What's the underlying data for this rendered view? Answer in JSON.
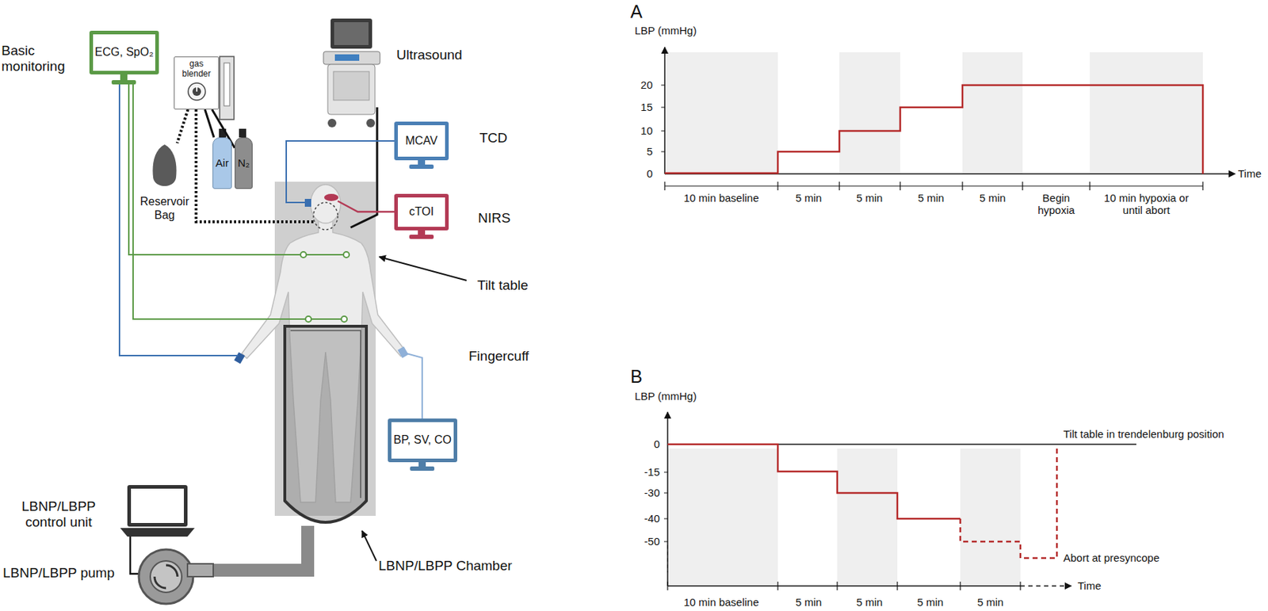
{
  "diagram": {
    "nodes": [
      {
        "text": [
          "ECG, SpO₂"
        ]
      },
      {
        "text": [
          "gas blender"
        ]
      },
      {
        "text": [
          "Reservoir Bag"
        ]
      },
      {
        "text": [
          "Air"
        ]
      },
      {
        "text": [
          "N₂"
        ]
      },
      {
        "text": [
          "MCAV"
        ]
      },
      {
        "text": [
          "cTOI"
        ]
      },
      {
        "text": [
          "BP, SV, CO"
        ]
      }
    ],
    "edges": [
      {
        "from": 3,
        "to": 1,
        "arrow": "none"
      },
      {
        "from": 4,
        "to": 1,
        "arrow": "none"
      },
      {
        "from": 1,
        "to": 2,
        "arrow": "none"
      }
    ],
    "labels": [
      "Basic monitoring",
      "Ultrasound",
      "TCD",
      "NIRS",
      "Tilt table",
      "Fingercuff",
      "LBNP/LBPP control unit",
      "LBNP/LBPP pump",
      "LBNP/LBPP Chamber",
      "A",
      "LBP (mmHg)",
      "20",
      "15",
      "10",
      "5",
      "0",
      "Time",
      "10 min baseline",
      "5 min",
      "5 min",
      "5 min",
      "5 min",
      "Begin hypoxia",
      "10 min hypoxia or until abort",
      "B",
      "LBP (mmHg)",
      "0",
      "-15",
      "-30",
      "-40",
      "-50",
      "Tilt table in trendelenburg position",
      "Abort at presyncope",
      "Time",
      "10 min baseline",
      "5 min",
      "5 min",
      "5 min",
      "5 min"
    ]
  }
}
